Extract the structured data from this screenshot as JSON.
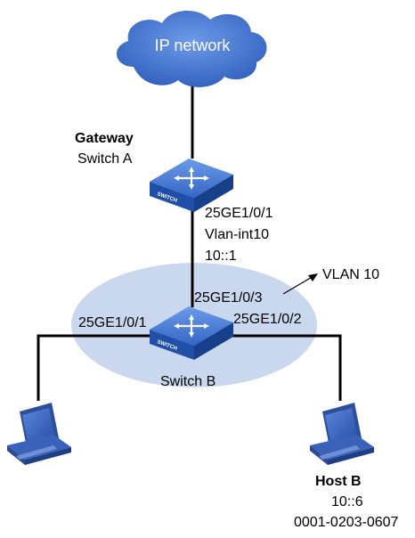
{
  "cloud": {
    "label": "IP network"
  },
  "switch_a": {
    "role": "Gateway",
    "name": "Switch A",
    "port": "25GE1/0/1",
    "vlan_interface": "Vlan-int10",
    "ip": "10::1",
    "icon_text": "SWITCH"
  },
  "switch_b": {
    "name": "Switch B",
    "uplink_port": "25GE1/0/3",
    "left_port": "25GE1/0/1",
    "right_port": "25GE1/0/2",
    "icon_text": "SWITCH"
  },
  "vlan": {
    "label": "VLAN 10"
  },
  "host_b": {
    "name": "Host B",
    "ip": "10::6",
    "mac": "0001-0203-0607"
  },
  "colors": {
    "cloud": "#3d6fc9",
    "switch_top": "#4a7fd6",
    "switch_side": "#1f4fa8",
    "vlan_ellipse": "#c9d8ee",
    "pc_screen": "#3b63c4",
    "pc_body": "#2c4f9e"
  }
}
